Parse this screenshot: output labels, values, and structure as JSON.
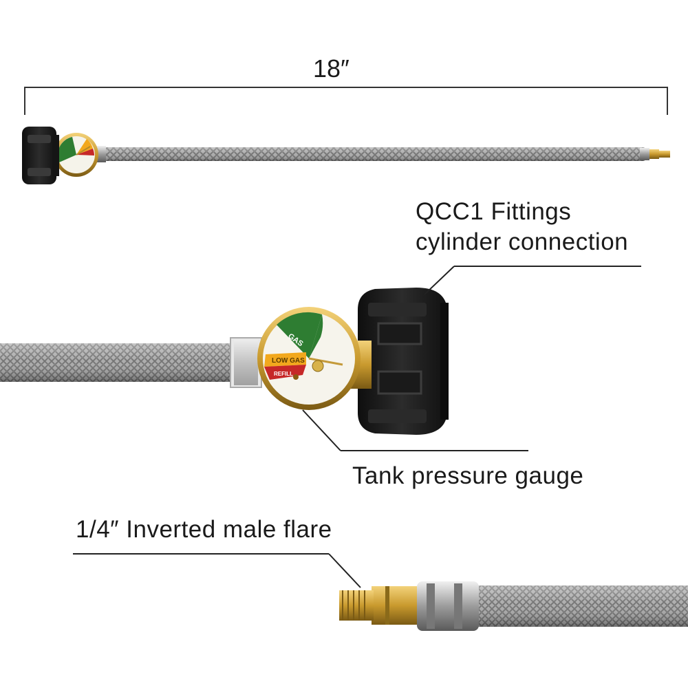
{
  "dimension": {
    "length": "18″"
  },
  "callouts": {
    "fittings_line1": "QCC1 Fittings",
    "fittings_line2": "cylinder connection",
    "pressure_gauge": "Tank pressure gauge",
    "male_flare": "1/4″  Inverted male flare"
  },
  "gauge": {
    "zone_gas": "GAS",
    "zone_low_gas": "LOW GAS",
    "zone_refill": "REFILL"
  },
  "icons": [
    "hose-icon",
    "pressure-gauge-icon",
    "qcc1-connector-icon",
    "brass-flare-fitting-icon"
  ],
  "colors": {
    "braid": "#9a9a9a",
    "connector": "#1c1c1c",
    "brass": "#c9a03a",
    "gauge_green": "#2e7d32",
    "gauge_yellow": "#f2a81d",
    "gauge_red": "#c62828"
  }
}
